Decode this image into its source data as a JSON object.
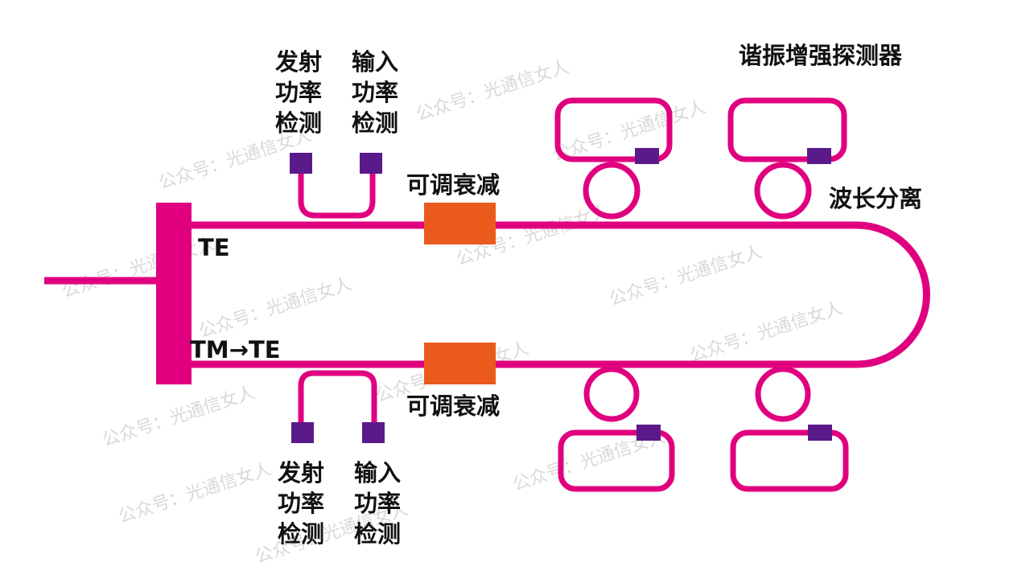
{
  "colors": {
    "waveguide": "#e0007f",
    "detector": "#5b1a8a",
    "attenuator": "#ea5a1c",
    "text": "#111111",
    "watermark": "#d9d9d9"
  },
  "labels": {
    "top_emit": [
      "发射",
      "功率",
      "检测"
    ],
    "top_input": [
      "输入",
      "功率",
      "检测"
    ],
    "bottom_emit": [
      "发射",
      "功率",
      "检测"
    ],
    "bottom_input": [
      "输入",
      "功率",
      "检测"
    ],
    "atten_top": "可调衰减",
    "atten_bottom": "可调衰减",
    "resonance_detector": "谐振增强探测器",
    "wavelength_split": "波长分离",
    "te": "TE",
    "tm_te": "TM→TE"
  },
  "watermark": "公众号：光通信女人"
}
